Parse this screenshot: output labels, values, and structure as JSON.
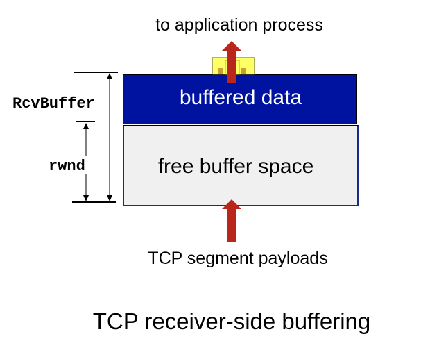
{
  "labels": {
    "to_app": "to application process",
    "buffered": "buffered data",
    "free": "free buffer space",
    "rcvbuffer": "RcvBuffer",
    "rwnd": "rwnd",
    "segments": "TCP segment payloads",
    "caption": "TCP receiver-side buffering"
  },
  "colors": {
    "buffered_fill": "#0013a0",
    "free_fill": "#f0f0f0",
    "arrow": "#b8261c",
    "packet": "#ffff66"
  }
}
